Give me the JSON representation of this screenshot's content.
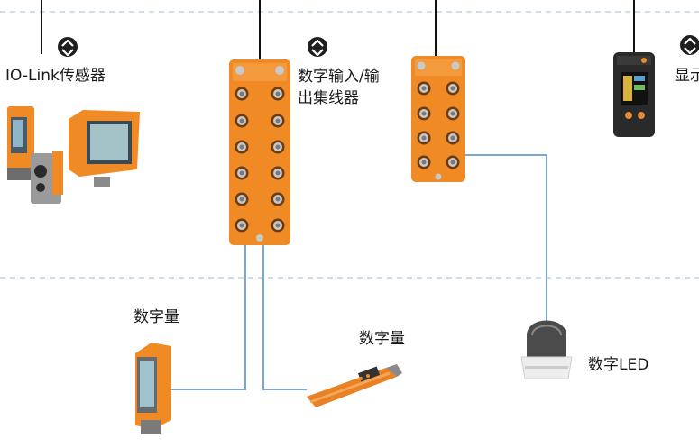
{
  "labels": {
    "iolink_sensor": "IO-Link传感器",
    "hub_line1": "数字输入/输",
    "hub_line2": "出集线器",
    "display": "显示",
    "digital_1": "数字量",
    "digital_2": "数字量",
    "digital_led": "数字LED"
  },
  "icons": [
    "io-link-icon",
    "io-link-icon",
    "io-link-icon"
  ],
  "colors": {
    "device_orange": "#f08a24",
    "cable_blue": "#7aa6cf",
    "dashed_line": "#b9d3e8",
    "icon_dark": "#1f1f1f"
  }
}
